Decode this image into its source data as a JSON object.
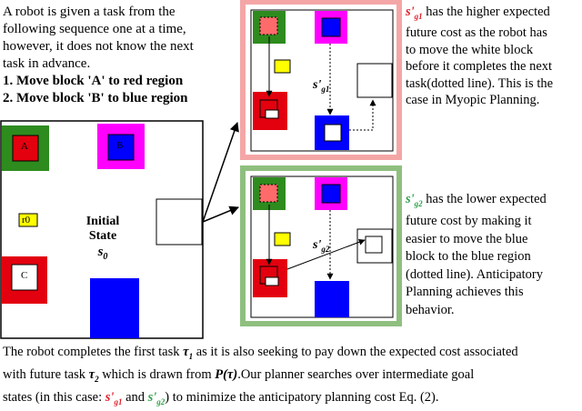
{
  "intro": {
    "lines": [
      "A robot is given a task from the",
      "following sequence one at a time,",
      "however, it does not know the next",
      "task in advance."
    ],
    "tasks": [
      "1. Move block 'A' to red region",
      "2. Move block 'B' to blue region"
    ]
  },
  "initial": {
    "title": "Initial State",
    "state_symbol": "s",
    "state_sub": "0",
    "block_a": "A",
    "block_b": "B",
    "block_c": "C",
    "robot": "r0"
  },
  "panel1": {
    "state_label": "s'",
    "state_sub": "g1",
    "sym": "s'",
    "sym_sub": "g1",
    "text_lines": [
      "has the higher expected",
      "future cost as the robot has",
      "to move the white block",
      "before it completes the next",
      "task(dotted line). This is the",
      "case in Myopic Planning."
    ],
    "border_color": "#f0a0a0"
  },
  "panel2": {
    "state_label": "s'",
    "state_sub": "g2",
    "sym": "s'",
    "sym_sub": "g2",
    "text_lines": [
      "has the lower expected",
      "future cost by making it",
      "easier to move the blue",
      "block to the blue region",
      "(dotted line). Anticipatory",
      "Planning achieves this",
      "behavior."
    ],
    "border_color": "#8fc08a"
  },
  "bottom": {
    "line1_a": "The robot completes the first task",
    "tau1": "τ",
    "tau1_sub": "1",
    "line1_b": "as it is also seeking to pay down the expected cost associated",
    "line2_a": "with future task",
    "tau2": "τ",
    "tau2_sub": "2",
    "line2_b": "which is drawn from",
    "p_tau": "P(τ)",
    "line2_c": ".Our planner searches over intermediate goal",
    "line3_a": "states  (in this case:",
    "sg1": "s'",
    "sg1_sub": "g1",
    "and": "and",
    "sg2": "s'",
    "sg2_sub": "g2",
    "line3_b": ") to minimize the anticipatory planning cost Eq. (2)."
  },
  "colors": {
    "red": "#e3000f",
    "green": "#2e8b1e",
    "magenta": "#ff00ff",
    "blue": "#0000ff",
    "yellow": "#ffff00",
    "pink_border": "#f4a6a6",
    "green_border": "#8fbf7f"
  }
}
